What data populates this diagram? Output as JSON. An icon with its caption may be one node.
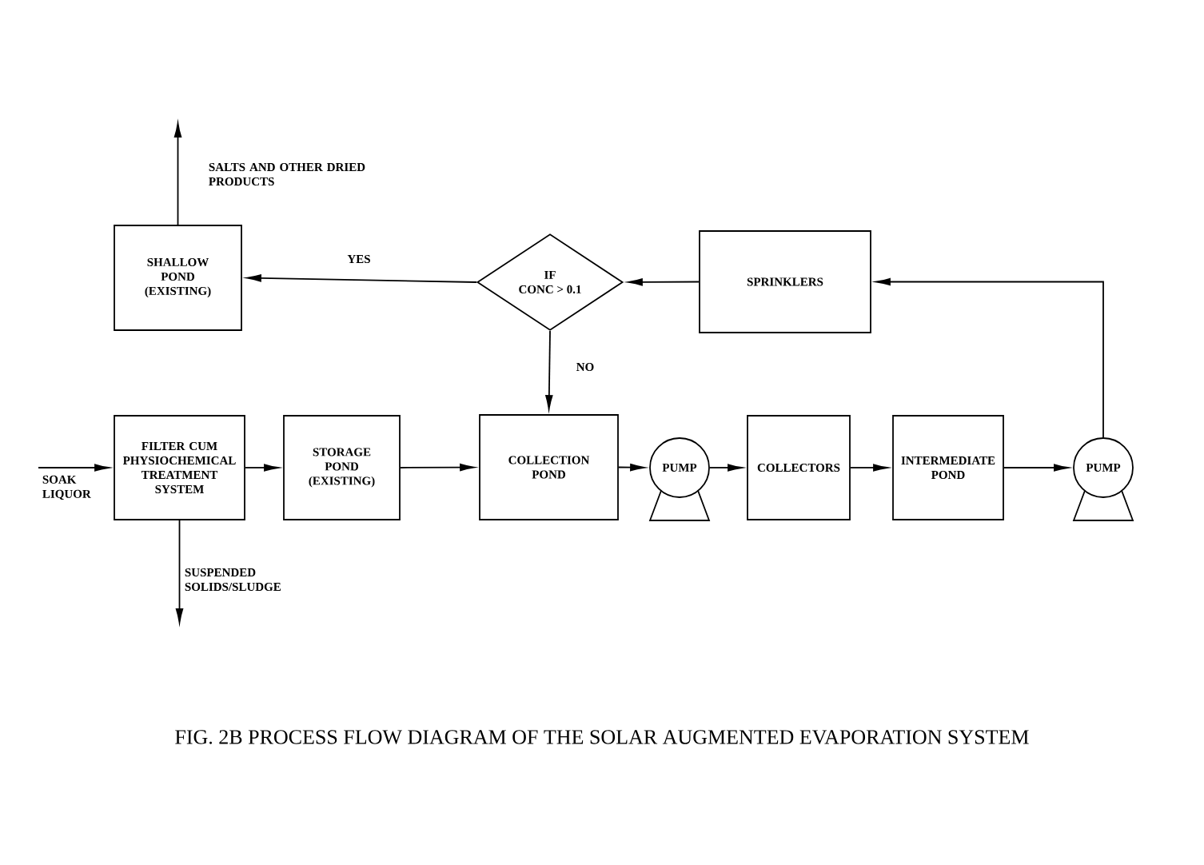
{
  "diagram": {
    "caption": "FIG. 2B PROCESS FLOW DIAGRAM OF THE SOLAR AUGMENTED EVAPORATION SYSTEM",
    "nodes": [
      {
        "text": [
          "SHALLOW POND (EXISTING)"
        ]
      },
      {
        "text": [
          "IF",
          "CONC > 0.1"
        ]
      },
      {
        "text": [
          "SPRINKLERS"
        ]
      },
      {
        "text": [
          "FILTER CUM PHYSIOCHEMICAL TREATMENT SYSTEM"
        ]
      },
      {
        "text": [
          "STORAGE POND (EXISTING)"
        ]
      },
      {
        "text": [
          "COLLECTION POND"
        ]
      },
      {
        "text": [
          "PUMP"
        ]
      },
      {
        "text": [
          "COLLECTORS"
        ]
      },
      {
        "text": [
          "INTERMEDIATE POND"
        ]
      },
      {
        "text": [
          "PUMP"
        ]
      }
    ],
    "edges": [
      {
        "from": 0,
        "to": null,
        "arrow": "to",
        "label": "SALTS AND OTHER DRIED PRODUCTS"
      },
      {
        "from": null,
        "to": 3,
        "arrow": "to",
        "label": "SOAK LIQUOR"
      },
      {
        "from": 3,
        "to": null,
        "arrow": "to",
        "label": "SUSPENDED SOLIDS/SLUDGE"
      },
      {
        "from": 3,
        "to": 4,
        "arrow": "to"
      },
      {
        "from": 4,
        "to": 5,
        "arrow": "to"
      },
      {
        "from": 5,
        "to": 6,
        "arrow": "to"
      },
      {
        "from": 6,
        "to": 7,
        "arrow": "to"
      },
      {
        "from": 7,
        "to": 8,
        "arrow": "to"
      },
      {
        "from": 8,
        "to": 9,
        "arrow": "to"
      },
      {
        "from": 9,
        "to": 2,
        "arrow": "to"
      },
      {
        "from": 2,
        "to": 1,
        "arrow": "to"
      },
      {
        "from": 1,
        "to": 0,
        "arrow": "to",
        "label": "YES"
      },
      {
        "from": 1,
        "to": 5,
        "arrow": "to",
        "label": "NO"
      }
    ]
  }
}
